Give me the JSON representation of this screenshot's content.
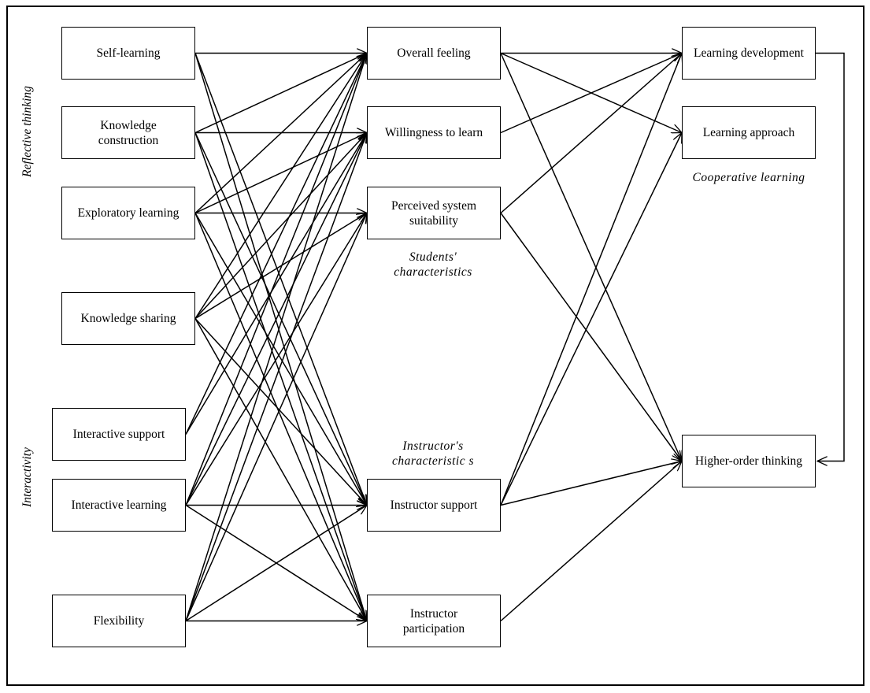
{
  "diagram": {
    "type": "path-model",
    "groups": {
      "reflective_thinking": "Reflective thinking",
      "interactivity": "Interactivity",
      "students_characteristics": "Students' characteristics",
      "instructors_characteristics": "Instructor's characteristic s",
      "cooperative_learning": "Cooperative learning"
    },
    "nodes": {
      "self_learning": "Self-learning",
      "knowledge_construction": "Knowledge construction",
      "exploratory_learning": "Exploratory learning",
      "knowledge_sharing": "Knowledge sharing",
      "interactive_support": "Interactive support",
      "interactive_learning": "Interactive learning",
      "flexibility": "Flexibility",
      "overall_feeling": "Overall feeling",
      "willingness_to_learn": "Willingness to learn",
      "perceived_system_suitability": "Perceived system suitability",
      "instructor_support": "Instructor support",
      "instructor_participation": "Instructor participation",
      "learning_development": "Learning development",
      "learning_approach": "Learning approach",
      "higher_order_thinking": "Higher-order thinking"
    },
    "edges": [
      [
        "self_learning",
        "overall_feeling"
      ],
      [
        "self_learning",
        "instructor_support"
      ],
      [
        "self_learning",
        "instructor_participation"
      ],
      [
        "knowledge_construction",
        "overall_feeling"
      ],
      [
        "knowledge_construction",
        "willingness_to_learn"
      ],
      [
        "knowledge_construction",
        "instructor_support"
      ],
      [
        "knowledge_construction",
        "instructor_participation"
      ],
      [
        "exploratory_learning",
        "overall_feeling"
      ],
      [
        "exploratory_learning",
        "willingness_to_learn"
      ],
      [
        "exploratory_learning",
        "perceived_system_suitability"
      ],
      [
        "exploratory_learning",
        "instructor_support"
      ],
      [
        "exploratory_learning",
        "instructor_participation"
      ],
      [
        "knowledge_sharing",
        "overall_feeling"
      ],
      [
        "knowledge_sharing",
        "willingness_to_learn"
      ],
      [
        "knowledge_sharing",
        "perceived_system_suitability"
      ],
      [
        "knowledge_sharing",
        "instructor_support"
      ],
      [
        "knowledge_sharing",
        "instructor_participation"
      ],
      [
        "interactive_support",
        "overall_feeling"
      ],
      [
        "interactive_support",
        "willingness_to_learn"
      ],
      [
        "interactive_learning",
        "overall_feeling"
      ],
      [
        "interactive_learning",
        "willingness_to_learn"
      ],
      [
        "interactive_learning",
        "perceived_system_suitability"
      ],
      [
        "interactive_learning",
        "instructor_support"
      ],
      [
        "interactive_learning",
        "instructor_participation"
      ],
      [
        "flexibility",
        "overall_feeling"
      ],
      [
        "flexibility",
        "willingness_to_learn"
      ],
      [
        "flexibility",
        "perceived_system_suitability"
      ],
      [
        "flexibility",
        "instructor_support"
      ],
      [
        "flexibility",
        "instructor_participation"
      ],
      [
        "overall_feeling",
        "learning_development"
      ],
      [
        "overall_feeling",
        "learning_approach"
      ],
      [
        "overall_feeling",
        "higher_order_thinking"
      ],
      [
        "willingness_to_learn",
        "learning_development"
      ],
      [
        "perceived_system_suitability",
        "learning_development"
      ],
      [
        "perceived_system_suitability",
        "higher_order_thinking"
      ],
      [
        "instructor_support",
        "learning_development"
      ],
      [
        "instructor_support",
        "learning_approach"
      ],
      [
        "instructor_support",
        "higher_order_thinking"
      ],
      [
        "instructor_participation",
        "higher_order_thinking"
      ],
      [
        "learning_development",
        "higher_order_thinking"
      ]
    ],
    "colors": {
      "stroke": "#000000",
      "background": "#ffffff"
    }
  }
}
